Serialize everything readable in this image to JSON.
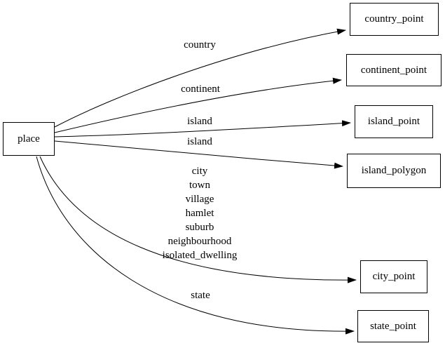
{
  "diagram": {
    "type": "directed-graph",
    "colors": {
      "background": "#ffffff",
      "node_fill": "#ffffff",
      "node_border": "#000000",
      "edge_stroke": "#000000",
      "text": "#000000"
    },
    "nodes": {
      "place": "place",
      "country_point": "country_point",
      "continent_point": "continent_point",
      "island_point": "island_point",
      "island_polygon": "island_polygon",
      "city_point": "city_point",
      "state_point": "state_point"
    },
    "edges": [
      {
        "from": "place",
        "to": "country_point",
        "label": "country"
      },
      {
        "from": "place",
        "to": "continent_point",
        "label": "continent"
      },
      {
        "from": "place",
        "to": "island_point",
        "label": "island"
      },
      {
        "from": "place",
        "to": "island_polygon",
        "label": "island"
      },
      {
        "from": "place",
        "to": "city_point",
        "label_lines": [
          "city",
          "town",
          "village",
          "hamlet",
          "suburb",
          "neighbourhood",
          "isolated_dwelling"
        ]
      },
      {
        "from": "place",
        "to": "state_point",
        "label": "state"
      }
    ]
  }
}
